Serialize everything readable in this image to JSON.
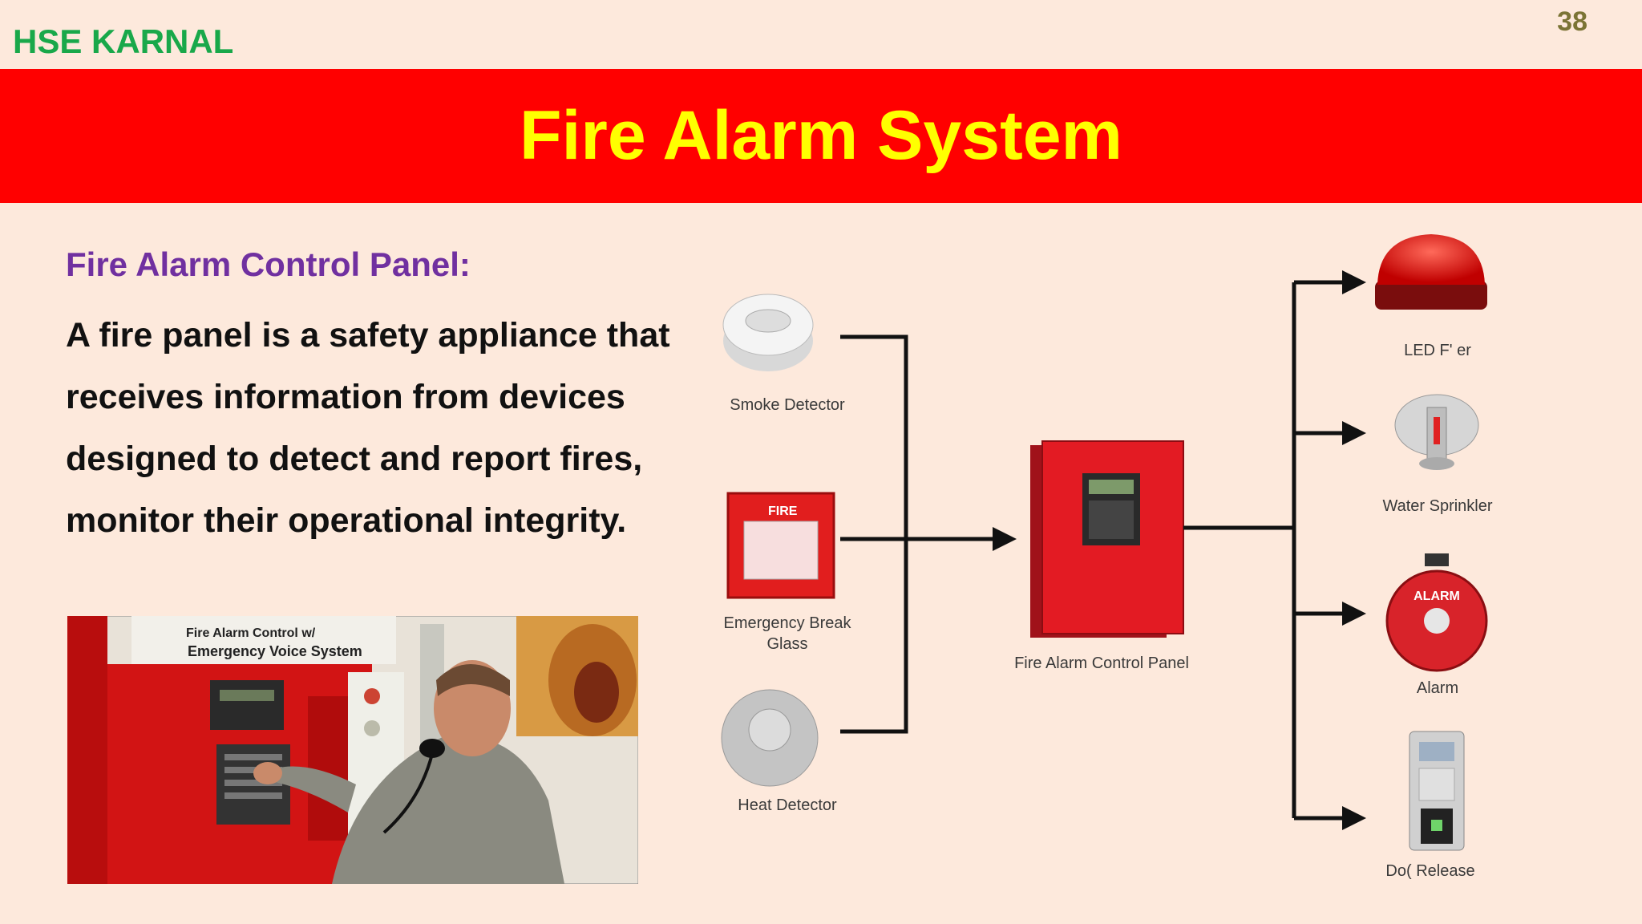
{
  "header": {
    "brand": "HSE KARNAL",
    "page_number": "38",
    "title": "Fire Alarm System"
  },
  "content": {
    "heading": "Fire Alarm Control Panel:",
    "paragraph": "A fire panel is a safety appliance that receives information from devices designed to detect and report fires, monitor their operational integrity."
  },
  "photo": {
    "sign_line1": "Fire Alarm Control w/",
    "sign_line2": "Emergency Voice System"
  },
  "diagram": {
    "inputs": {
      "smoke": "Smoke Detector",
      "break_glass_line1": "Emergency Break",
      "break_glass_line2": "Glass",
      "heat": "Heat Detector",
      "break_glass_sign": "FIRE"
    },
    "panel": "Fire Alarm Control Panel",
    "outputs": {
      "flasher": "LED F'      er",
      "sprinkler": "Water Sprinkler",
      "alarm": "Alarm",
      "door": "Do(    Release",
      "alarm_bell_text": "ALARM"
    }
  },
  "colors": {
    "title_bar": "#ff0000",
    "title_text": "#ffff00",
    "brand": "#19a84a",
    "heading": "#7030a0",
    "background": "#fde9dc"
  }
}
